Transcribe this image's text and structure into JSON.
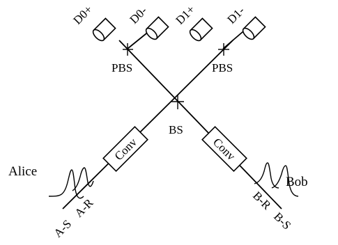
{
  "detectors": {
    "d0_plus": "D0+",
    "d0_minus": "D0-",
    "d1_plus": "D1+",
    "d1_minus": "D1-"
  },
  "splitters": {
    "pbs_left": "PBS",
    "pbs_right": "PBS",
    "bs": "BS"
  },
  "converters": {
    "left": "Conv",
    "right": "Conv"
  },
  "parties": {
    "alice": "Alice",
    "bob": "Bob"
  },
  "pulses": {
    "alice_signal": "A-S",
    "alice_reference": "A-R",
    "bob_reference": "B-R",
    "bob_signal": "B-S"
  }
}
